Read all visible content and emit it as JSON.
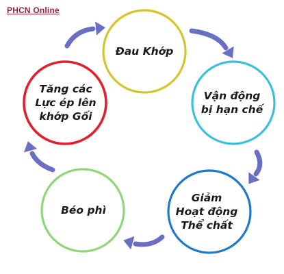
{
  "brand": {
    "label": "PHCN Online"
  },
  "nodes": [
    {
      "id": "dau-khop",
      "lines": [
        "Đau Khớp"
      ],
      "color": "#d4c52a"
    },
    {
      "id": "van-dong",
      "lines": [
        "Vận động",
        "bị hạn chế"
      ],
      "color": "#3cc0d9"
    },
    {
      "id": "giam-hoat-dong",
      "lines": [
        "Giảm",
        "Hoạt động",
        "Thể chất"
      ],
      "color": "#1f78c8"
    },
    {
      "id": "beo-phi",
      "lines": [
        "Béo phì"
      ],
      "color": "#8fd67a"
    },
    {
      "id": "tang-luc-ep",
      "lines": [
        "Tăng các",
        "Lực ép lên",
        "khớp Gối"
      ],
      "color": "#e0202e"
    }
  ],
  "arrow_color": "#6b6fc4"
}
